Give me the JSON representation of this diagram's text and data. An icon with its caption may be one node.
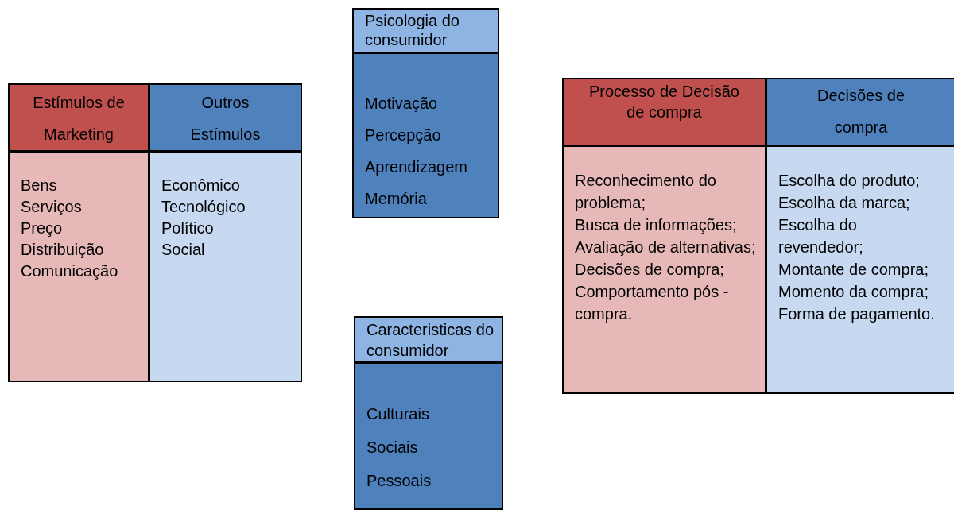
{
  "diagram": {
    "nodes": [
      {
        "text": [
          "Estímulos de Marketing"
        ]
      },
      {
        "text": [
          "Bens",
          "Serviços",
          "Preço",
          "Distribuição",
          "Comunicação"
        ]
      },
      {
        "text": [
          "Outros Estímulos"
        ]
      },
      {
        "text": [
          "Econômico",
          "Tecnológico",
          "Político",
          "Social"
        ]
      },
      {
        "text": [
          "Psicologia do consumidor"
        ]
      },
      {
        "text": [
          "Motivação",
          "Percepção",
          "Aprendizagem",
          "Memória"
        ]
      },
      {
        "text": [
          "Caracteristicas do consumidor"
        ]
      },
      {
        "text": [
          "Culturais",
          "Sociais",
          "Pessoais"
        ]
      },
      {
        "text": [
          "Processo de Decisão de compra"
        ]
      },
      {
        "text": [
          "Reconhecimento do problema;",
          "Busca de informações;",
          "Avaliação de alternativas;",
          "Decisões de compra;",
          "Comportamento pós -compra."
        ]
      },
      {
        "text": [
          "Decisões de compra"
        ]
      },
      {
        "text": [
          "Escolha do produto; Escolha da marca; Escolha do revendedor;",
          "Montante de compra;",
          "Momento da compra;",
          "Forma de pagamento."
        ]
      }
    ]
  }
}
